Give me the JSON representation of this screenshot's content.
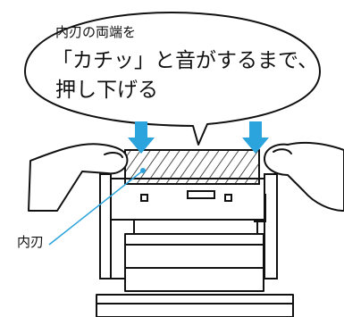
{
  "bubble": {
    "small_text": "内刃の両端を",
    "line1": "「カチッ」と音がするまで、",
    "line2": "押し下げる"
  },
  "callout": {
    "label": "内刃"
  },
  "colors": {
    "arrow": "#2ba3dc",
    "outline": "#111111",
    "background": "#ffffff"
  },
  "icons": [
    "down-arrow-icon",
    "hand-icon"
  ]
}
